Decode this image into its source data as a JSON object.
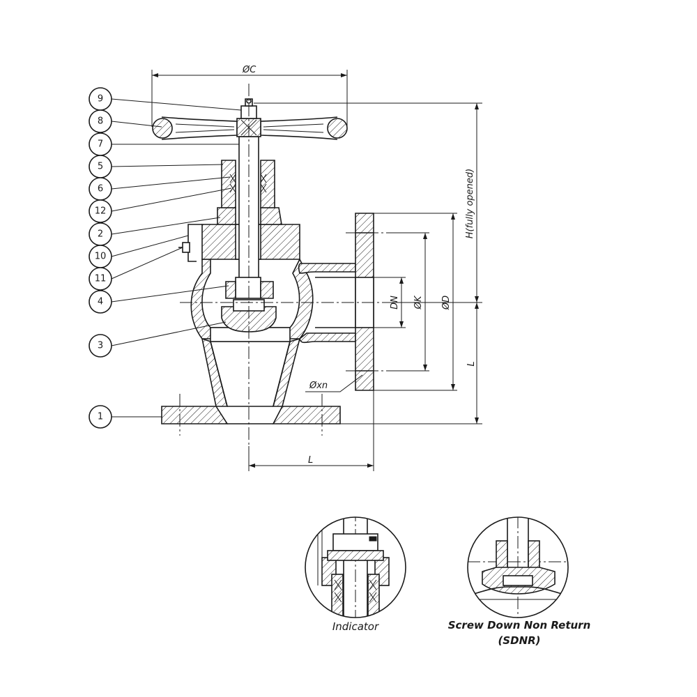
{
  "balloons": [
    "9",
    "8",
    "7",
    "5",
    "6",
    "12",
    "2",
    "10",
    "11",
    "4",
    "3",
    "1"
  ],
  "dimensions": {
    "handwheel_diameter": "ØC",
    "height": "H(fully opened)",
    "nominal_diameter": "DN",
    "bolt_circle": "ØK",
    "flange_diameter": "ØD",
    "bolt_holes": "Øxn",
    "length_vertical": "L",
    "length_horizontal": "L"
  },
  "details": {
    "indicator_caption": "Indicator",
    "sdnr_caption_line1": "Screw Down Non Return",
    "sdnr_caption_line2": "(SDNR)"
  }
}
